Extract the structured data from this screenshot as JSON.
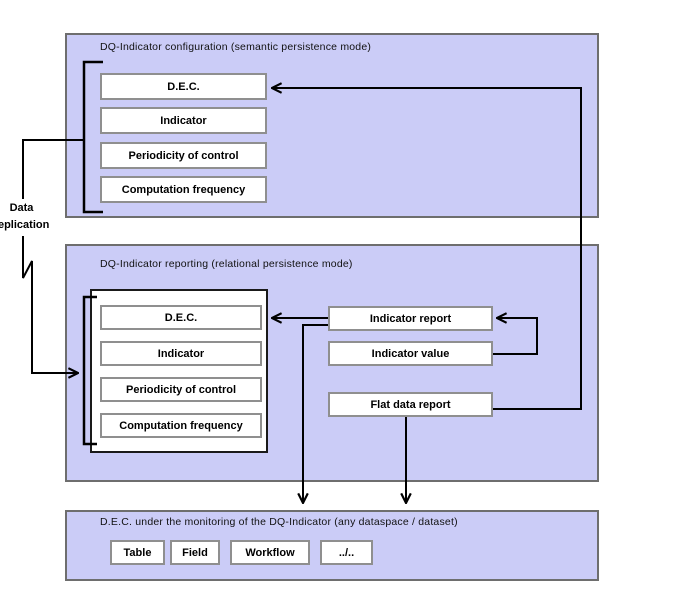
{
  "left_label": {
    "text": "Data replication"
  },
  "sections": {
    "config": {
      "title": "DQ-Indicator configuration (semantic persistence mode)",
      "items": [
        "D.E.C.",
        "Indicator",
        "Periodicity of control",
        "Computation frequency"
      ]
    },
    "reporting": {
      "title": "DQ-Indicator reporting (relational persistence mode)",
      "items": [
        "D.E.C.",
        "Indicator",
        "Periodicity of control",
        "Computation frequency"
      ],
      "right_items": [
        "Indicator report",
        "Indicator value",
        "Flat data report"
      ]
    },
    "monitoring": {
      "title": "D.E.C. under the monitoring of the DQ-Indicator (any dataspace / dataset)",
      "items": [
        "Table",
        "Field",
        "Workflow",
        "../.."
      ]
    }
  },
  "colors": {
    "section_fill": "#cbccf7",
    "section_border": "#6e6e6e",
    "box_border": "#8f8f8f",
    "line": "#000000"
  }
}
